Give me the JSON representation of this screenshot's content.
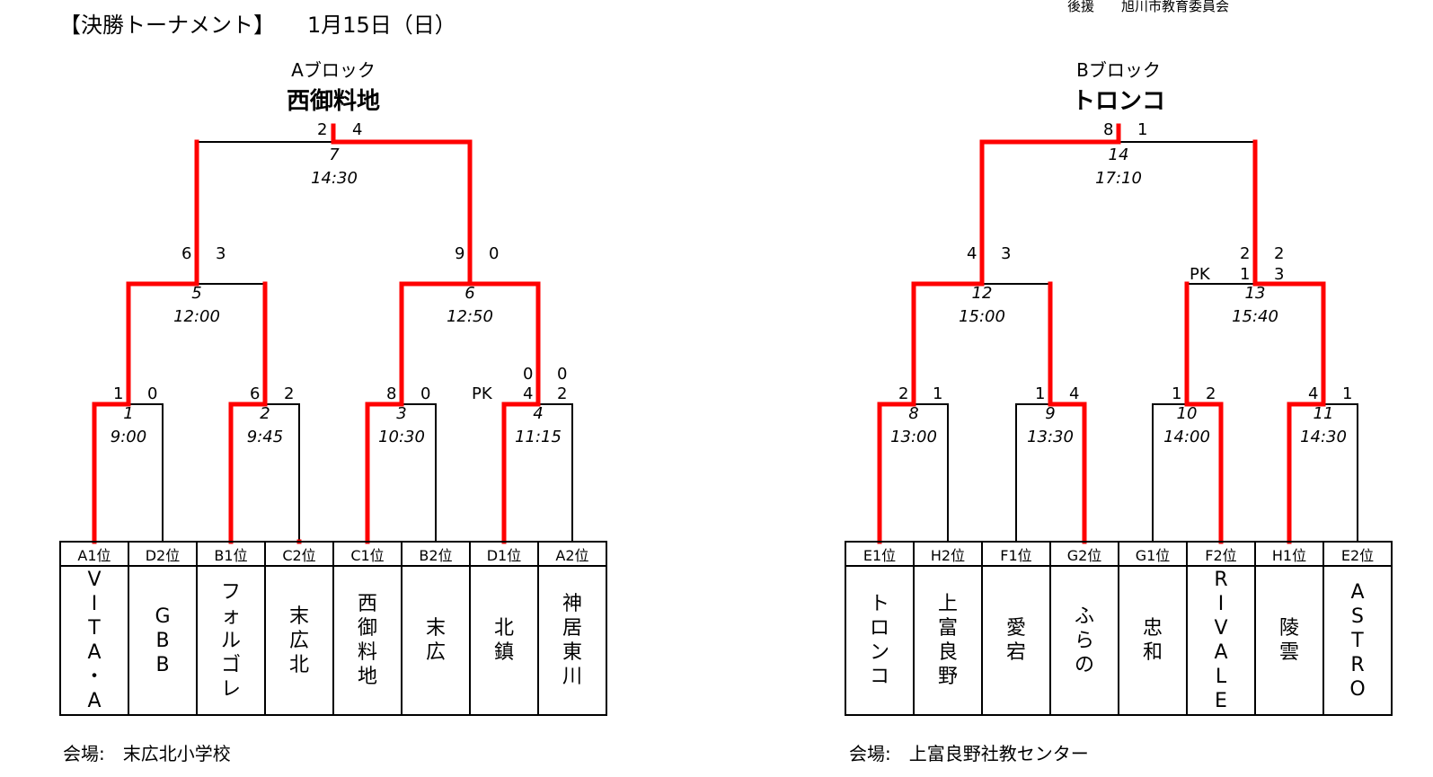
{
  "header": {
    "title": "【決勝トーナメント】　　1月15日（日）",
    "sponsor": "後援　　旭川市教育委員会"
  },
  "blockA": {
    "label": "Aブロック",
    "winner": "西御料地",
    "final": {
      "no": "7",
      "time": "14:30",
      "left": "2",
      "right": "4"
    },
    "semis": [
      {
        "no": "5",
        "time": "12:00",
        "left": "6",
        "right": "3"
      },
      {
        "no": "6",
        "time": "12:50",
        "left": "9",
        "right": "0"
      }
    ],
    "firsts": [
      {
        "no": "1",
        "time": "9:00",
        "left": "1",
        "right": "0"
      },
      {
        "no": "2",
        "time": "9:45",
        "left": "6",
        "right": "2"
      },
      {
        "no": "3",
        "time": "10:30",
        "left": "8",
        "right": "0"
      },
      {
        "no": "4",
        "time": "11:15",
        "left": "4",
        "right": "2",
        "pk_label": "PK",
        "left_reg": "0",
        "right_reg": "0"
      }
    ],
    "seeds": [
      "A1位",
      "D2位",
      "B1位",
      "C2位",
      "C1位",
      "B2位",
      "D1位",
      "A2位"
    ],
    "teams": [
      "V\nI\nT\nA\n・\nA",
      "G\nB\nB",
      "フ\nォ\nル\nゴ\nレ",
      "末\n広\n北",
      "西\n御\n料\n地",
      "末\n広",
      "北\n鎮",
      "神\n居\n東\n川"
    ],
    "venue": "会場:　末広北小学校"
  },
  "blockB": {
    "label": "Bブロック",
    "winner": "トロンコ",
    "final": {
      "no": "14",
      "time": "17:10",
      "left": "8",
      "right": "1"
    },
    "semis": [
      {
        "no": "12",
        "time": "15:00",
        "left": "4",
        "right": "3"
      },
      {
        "no": "13",
        "time": "15:40",
        "left": "1",
        "right": "3",
        "pk_label": "PK",
        "left_reg": "2",
        "right_reg": "2"
      }
    ],
    "firsts": [
      {
        "no": "8",
        "time": "13:00",
        "left": "2",
        "right": "1"
      },
      {
        "no": "9",
        "time": "13:30",
        "left": "1",
        "right": "4"
      },
      {
        "no": "10",
        "time": "14:00",
        "left": "1",
        "right": "2"
      },
      {
        "no": "11",
        "time": "14:30",
        "left": "4",
        "right": "1"
      }
    ],
    "seeds": [
      "E1位",
      "H2位",
      "F1位",
      "G2位",
      "G1位",
      "F2位",
      "H1位",
      "E2位"
    ],
    "teams": [
      "ト\nロ\nン\nコ",
      "上\n富\n良\n野",
      "愛\n宕",
      "ふ\nら\nの",
      "忠\n和",
      "R\nI\nV\nA\nL\nE",
      "陵\n雲",
      "A\nS\nT\nR\nO"
    ],
    "venue": "会場:　上富良野社教センター"
  },
  "colors": {
    "winner_line": "#ff0000",
    "line": "#000000"
  }
}
